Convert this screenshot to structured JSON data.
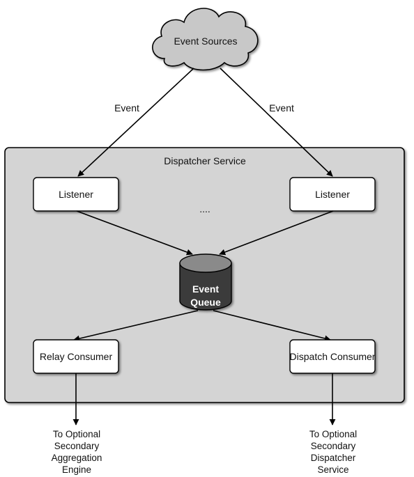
{
  "cloud": {
    "label": "Event Sources"
  },
  "edges": {
    "left_label": "Event",
    "right_label": "Event"
  },
  "dispatcher": {
    "title": "Dispatcher Service",
    "listener_left": "Listener",
    "listener_right": "Listener",
    "ellipsis": "....",
    "queue": {
      "line1": "Event",
      "line2": "Queue"
    },
    "relay_consumer": "Relay Consumer",
    "dispatch_consumer": "Dispatch Consumer"
  },
  "outputs": {
    "left": [
      "To Optional",
      "Secondary",
      "Aggregation",
      "Engine"
    ],
    "right": [
      "To Optional",
      "Secondary",
      "Dispatcher",
      "Service"
    ]
  },
  "colors": {
    "panel_fill": "#d4d4d4",
    "cloud_fill": "#c8c8c8",
    "queue_body": "#3a3a3a",
    "queue_top": "#8a8a8a",
    "box_fill": "#ffffff",
    "stroke": "#000000"
  }
}
